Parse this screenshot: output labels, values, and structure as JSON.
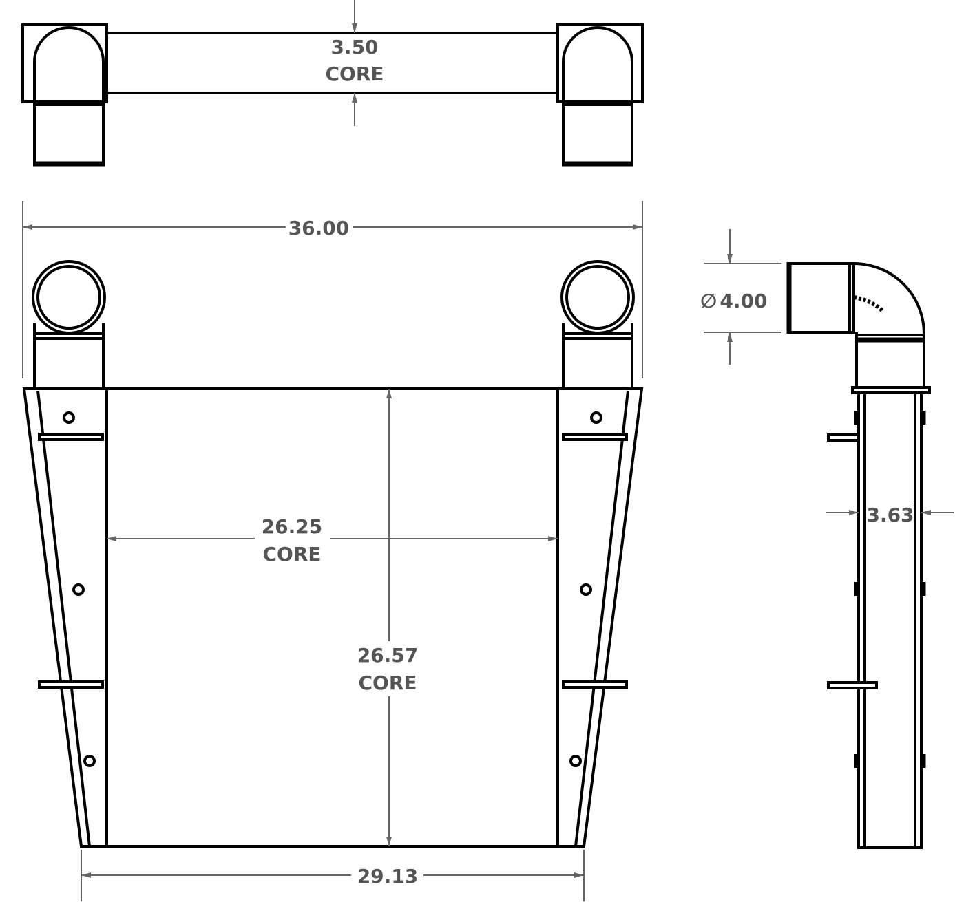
{
  "dimensions": {
    "core_depth": {
      "value": "3.50",
      "label": "CORE"
    },
    "overall_width": {
      "value": "36.00"
    },
    "core_width": {
      "value": "26.25",
      "label": "CORE"
    },
    "core_height": {
      "value": "26.57",
      "label": "CORE"
    },
    "bottom_width": {
      "value": "29.13"
    },
    "pipe_diameter": {
      "symbol": "∅",
      "value": "4.00"
    },
    "side_depth": {
      "value": "3.63"
    }
  },
  "colors": {
    "outline": "#000000",
    "dimension": "#666666"
  }
}
